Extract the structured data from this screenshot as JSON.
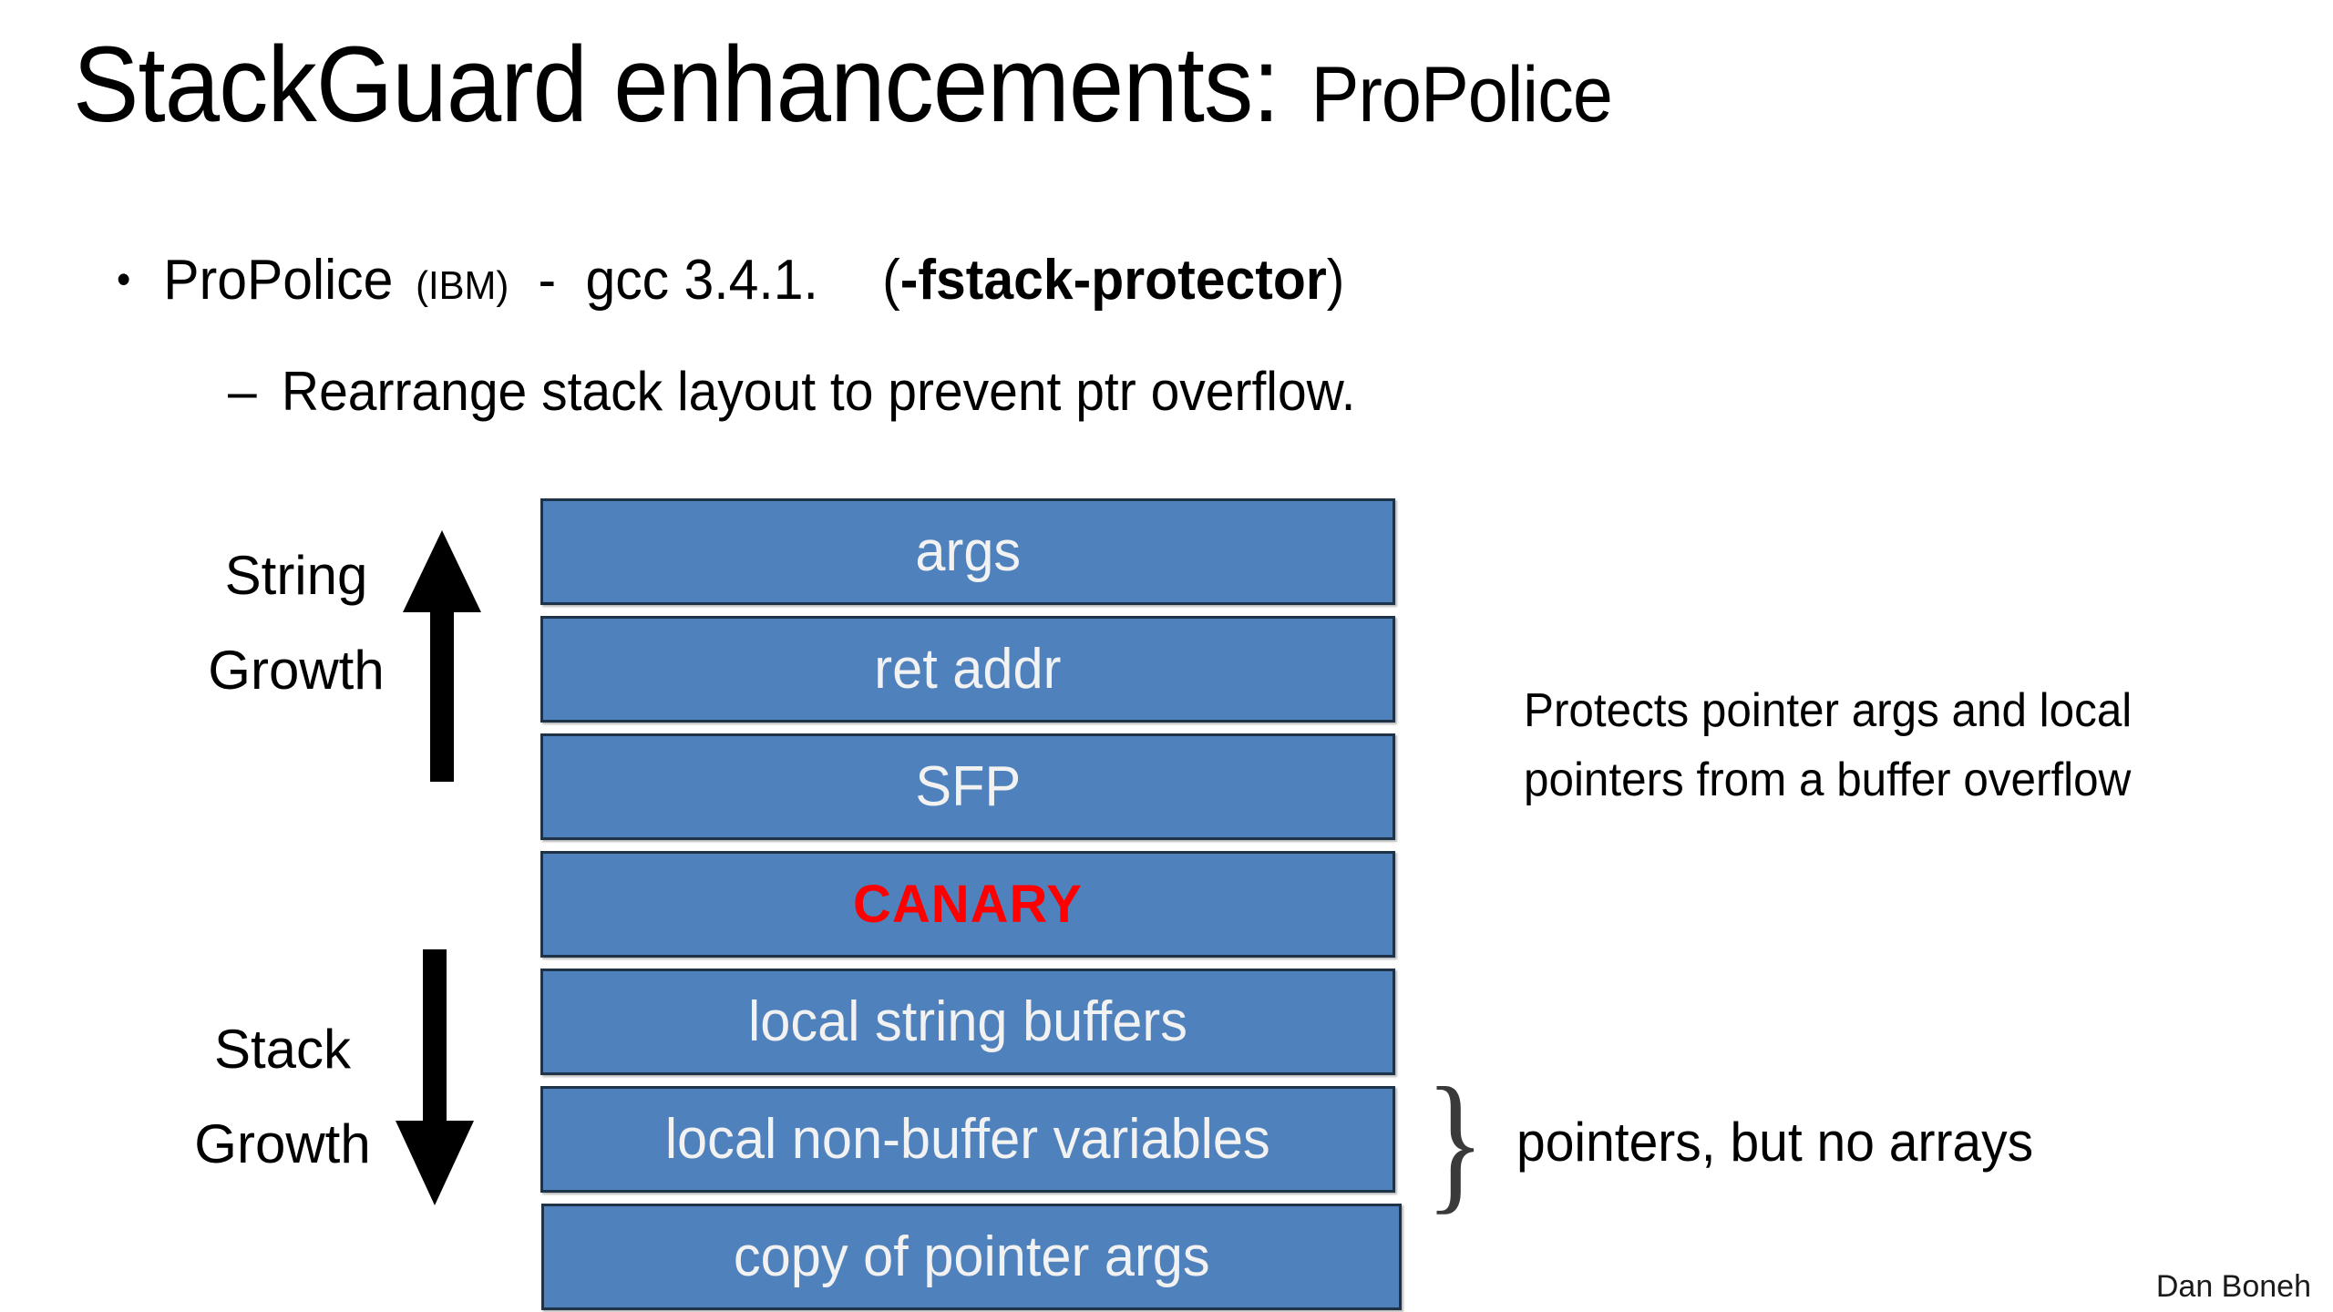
{
  "slide": {
    "title_main": "StackGuard enhancements:",
    "title_sub": "ProPolice",
    "footer_credit": "Dan Boneh"
  },
  "bullets": {
    "first": {
      "marker": "•",
      "name": "ProPolice",
      "org": "(IBM)",
      "dash": "-",
      "compiler": "gcc 3.4.1.",
      "flag_open": "(",
      "flag": "-fstack-protector",
      "flag_close": ")"
    },
    "second": {
      "marker": "–",
      "text": "Rearrange stack layout to prevent ptr overflow."
    }
  },
  "diagram": {
    "box_fill_color": "#4F81BD",
    "box_border_color": "#1F3348",
    "box_text_color": "#F2F2F2",
    "canary_text_color": "#FF0000",
    "boxes": [
      {
        "label": "args",
        "highlight": false
      },
      {
        "label": "ret addr",
        "highlight": false
      },
      {
        "label": "SFP",
        "highlight": false
      },
      {
        "label": "CANARY",
        "highlight": true
      },
      {
        "label": "local string buffers",
        "highlight": false
      },
      {
        "label": "local non-buffer variables",
        "highlight": false
      },
      {
        "label": "copy of pointer args",
        "highlight": false
      }
    ],
    "string_growth": {
      "line1": "String",
      "line2": "Growth",
      "direction": "up"
    },
    "stack_growth": {
      "line1": "Stack",
      "line2": "Growth",
      "direction": "down"
    }
  },
  "annotations": {
    "protects_line1": "Protects pointer args and local",
    "protects_line2": "pointers from a buffer overflow",
    "brace_glyph": "}",
    "brace_text": "pointers, but no arrays"
  }
}
